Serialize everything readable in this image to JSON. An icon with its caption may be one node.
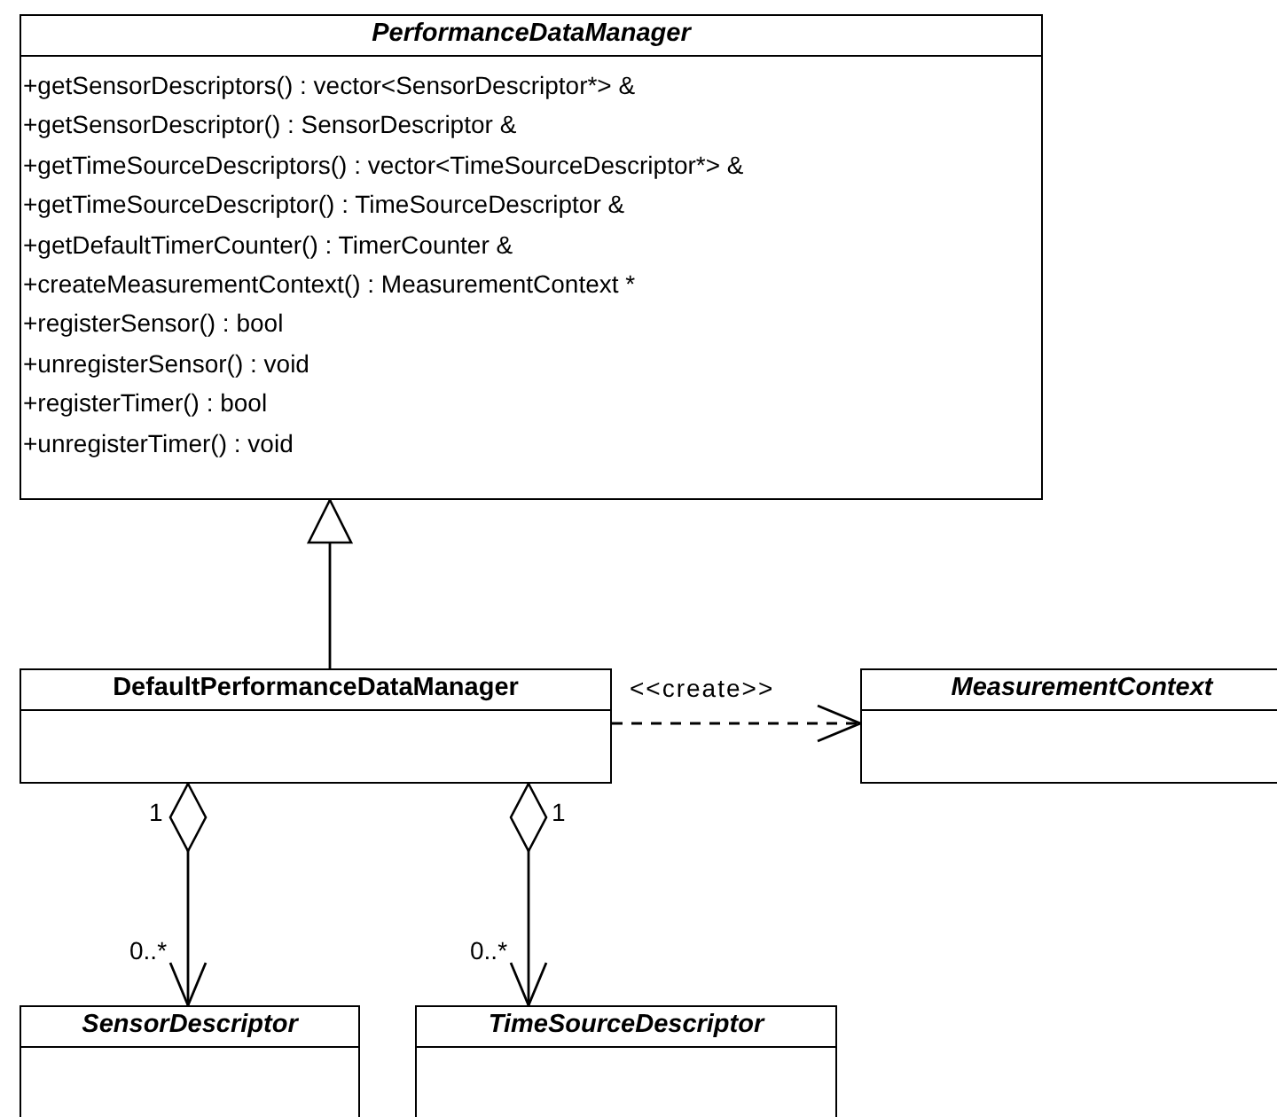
{
  "diagram": {
    "nodes": [
      {
        "text": [
          "PerformanceDataManager",
          "+getSensorDescriptors() : vector<SensorDescriptor*> &",
          "+getSensorDescriptor() : SensorDescriptor &",
          "+getTimeSourceDescriptors() : vector<TimeSourceDescriptor*> &",
          "+getTimeSourceDescriptor() : TimeSourceDescriptor &",
          "+getDefaultTimerCounter() : TimerCounter &",
          "+createMeasurementContext() : MeasurementContext *",
          "+registerSensor() : bool",
          "+unregisterSensor() : void",
          "+registerTimer() : bool",
          "+unregisterTimer() : void"
        ]
      },
      {
        "text": [
          "DefaultPerformanceDataManager"
        ]
      },
      {
        "text": [
          "SensorDescriptor"
        ]
      },
      {
        "text": [
          "MeasurementContext"
        ]
      },
      {
        "text": [
          "TimeSourceDescriptor"
        ]
      }
    ],
    "edges": [
      {
        "from": 1,
        "to": 0,
        "arrow": "to"
      },
      {
        "from": 1,
        "to": 2,
        "arrow": "to"
      },
      {
        "from": 1,
        "to": 4,
        "arrow": "to"
      },
      {
        "from": 1,
        "to": 3,
        "arrow": "to",
        "label": "<<create>>",
        "style": "dashed"
      }
    ],
    "labels": [
      "1",
      "1",
      "0..*",
      "0..*"
    ]
  }
}
